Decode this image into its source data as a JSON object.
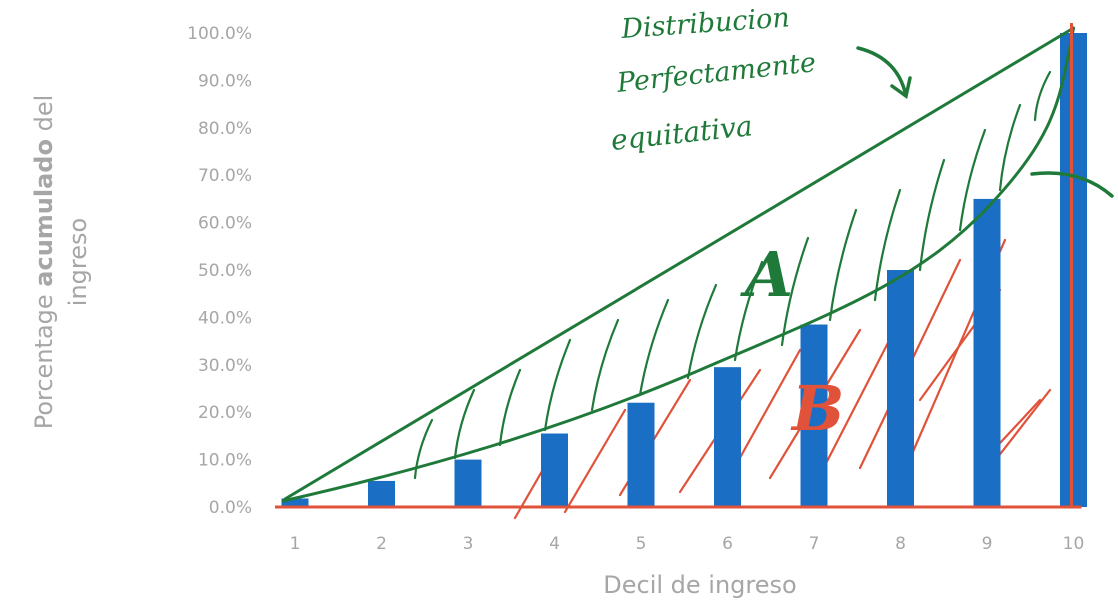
{
  "chart_data": {
    "type": "bar",
    "title": "",
    "xlabel": "Decil de ingreso",
    "ylabel": {
      "prefix": "Porcentage ",
      "bold": "acumulado",
      "suffix": " del",
      "line2": "ingreso"
    },
    "categories": [
      "1",
      "2",
      "3",
      "4",
      "5",
      "6",
      "7",
      "8",
      "9",
      "10"
    ],
    "values": [
      1.8,
      5.5,
      10.0,
      15.5,
      22.0,
      29.5,
      38.5,
      50.0,
      65.0,
      100.0
    ],
    "ylim": [
      0,
      100
    ],
    "yticks": [
      "0.0%",
      "10.0%",
      "20.0%",
      "30.0%",
      "40.0%",
      "50.0%",
      "60.0%",
      "70.0%",
      "80.0%",
      "90.0%",
      "100.0%"
    ],
    "grid": false,
    "legend": "none",
    "colors": {
      "bars": "#1a6fc4",
      "axis_text": "#a6a6a6",
      "annotation_green": "#1f7a3a",
      "annotation_red": "#e0523a"
    },
    "annotations": {
      "equality_note": [
        "Distribucion",
        "Perfectamente",
        "equitativa"
      ],
      "area_a": "A",
      "area_b": "B"
    }
  }
}
